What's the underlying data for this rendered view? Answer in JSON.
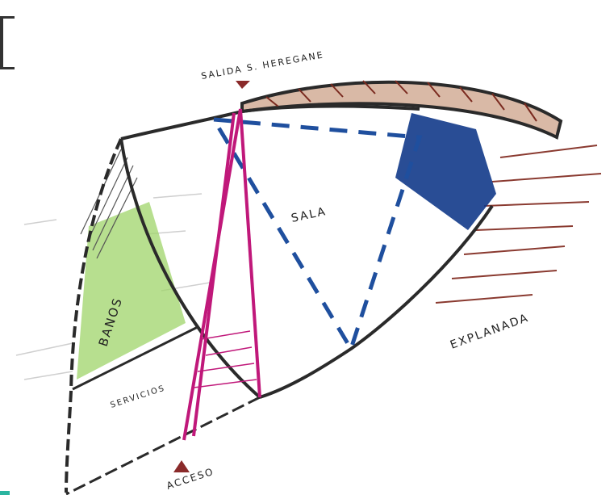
{
  "labels": {
    "top": "SALIDA S. HEREGANE",
    "sala": "SALA",
    "banos": "BANOS",
    "servicios": "SERVICIOS",
    "explanada": "EXPLANADA",
    "acceso": "ACCESO"
  },
  "colors": {
    "ink": "#2a2a2a",
    "magenta": "#c0187a",
    "blue": "#1f4f9e",
    "navy": "#0b2a6b",
    "green": "#7cc242",
    "brown": "#7a2a1f",
    "teal": "#2bb5a0"
  }
}
